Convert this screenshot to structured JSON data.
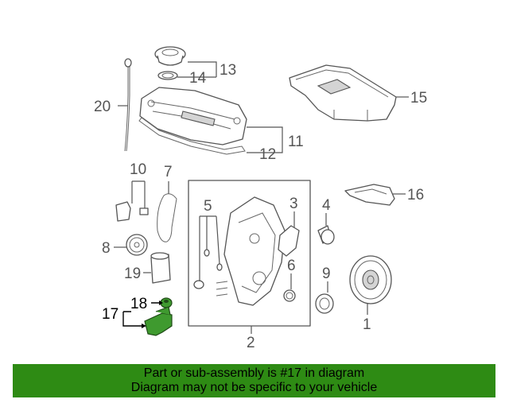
{
  "callouts": {
    "n1": "1",
    "n2": "2",
    "n3": "3",
    "n4": "4",
    "n5": "5",
    "n6": "6",
    "n7": "7",
    "n8": "8",
    "n9": "9",
    "n10": "10",
    "n11": "11",
    "n12": "12",
    "n13": "13",
    "n14": "14",
    "n15": "15",
    "n16": "16",
    "n17": "17",
    "n18": "18",
    "n19": "19",
    "n20": "20"
  },
  "highlight": {
    "part": "17",
    "color": "#3f9a2f"
  },
  "banner": {
    "line1": "Part or sub-assembly is #17 in diagram",
    "line2": "Diagram may not be specific to your vehicle",
    "background": "#2e8b14"
  }
}
